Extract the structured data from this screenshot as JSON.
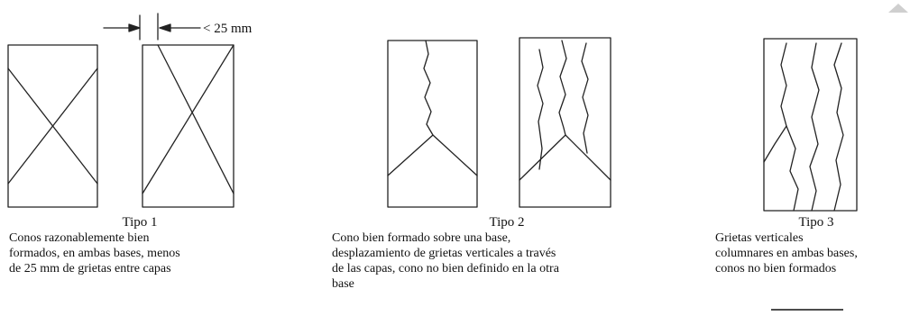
{
  "dimension_label": "< 25 mm",
  "types": [
    {
      "title": "Tipo 1",
      "description_lines": [
        "Conos razonablemente bien",
        "formados, en ambas bases, menos",
        "de 25 mm de grietas entre capas"
      ]
    },
    {
      "title": "Tipo 2",
      "description_lines": [
        "Cono bien formado sobre una base,",
        "desplazamiento de grietas verticales a través",
        "de las capas, cono no bien definido en la otra",
        "base"
      ]
    },
    {
      "title": "Tipo 3",
      "description_lines": [
        "Grietas verticales",
        "columnares en ambas bases,",
        "conos no bien formados"
      ]
    }
  ]
}
